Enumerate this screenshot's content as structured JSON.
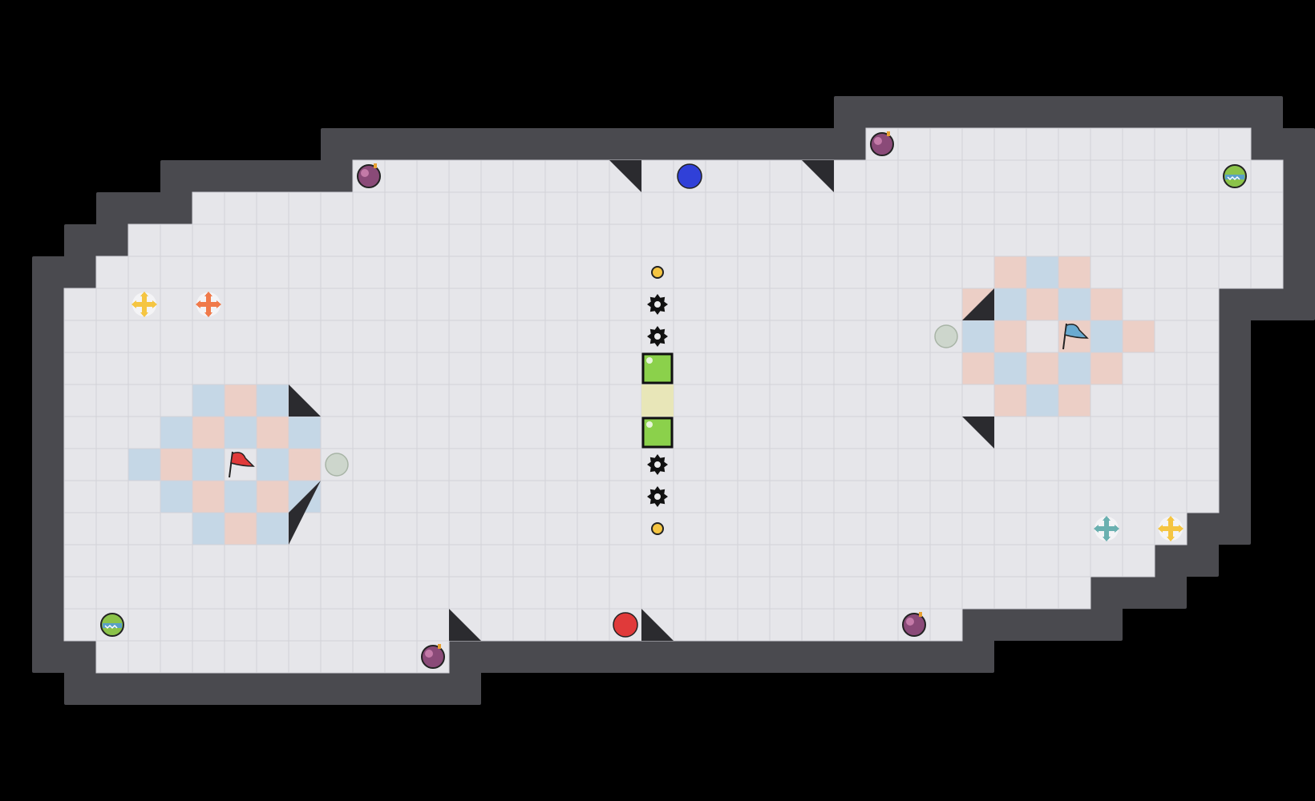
{
  "game": {
    "mode": "capture-the-flag",
    "teams": [
      {
        "name": "red",
        "color": "#e03a3a"
      },
      {
        "name": "blue",
        "color": "#4a90c2"
      }
    ]
  },
  "colors": {
    "floor": "#e6e6ea",
    "wall": "#4a4a4f",
    "red_zone": "#eccfc6",
    "blue_zone": "#c5d7e6",
    "gate": "#8bd14b",
    "gate_off": "#e8e6b8"
  },
  "entities": [
    {
      "type": "bomb",
      "icon": "bomb-icon"
    },
    {
      "type": "bomb",
      "icon": "bomb-icon"
    },
    {
      "type": "bomb",
      "icon": "bomb-icon"
    },
    {
      "type": "bomb",
      "icon": "bomb-icon"
    },
    {
      "type": "rolling-bomb",
      "icon": "rolling-bomb-icon"
    },
    {
      "type": "rolling-bomb",
      "icon": "rolling-bomb-icon"
    },
    {
      "type": "ball",
      "team": "blue",
      "icon": "blue-ball-icon"
    },
    {
      "type": "ball",
      "team": "red",
      "icon": "red-ball-icon"
    },
    {
      "type": "boost",
      "team": "neutral",
      "icon": "yellow-boost-icon"
    },
    {
      "type": "boost",
      "team": "red",
      "icon": "red-boost-icon"
    },
    {
      "type": "boost",
      "team": "blue",
      "icon": "teal-boost-icon"
    },
    {
      "type": "boost",
      "team": "neutral",
      "icon": "yellow-boost-icon"
    },
    {
      "type": "flag",
      "team": "red",
      "icon": "red-flag-icon"
    },
    {
      "type": "flag",
      "team": "blue",
      "icon": "blue-flag-icon"
    },
    {
      "type": "button",
      "icon": "button-icon"
    },
    {
      "type": "button",
      "icon": "button-icon"
    },
    {
      "type": "spike",
      "icon": "spike-icon"
    },
    {
      "type": "spike",
      "icon": "spike-icon"
    },
    {
      "type": "spike",
      "icon": "spike-icon"
    },
    {
      "type": "spike",
      "icon": "spike-icon"
    },
    {
      "type": "gate",
      "state": "on",
      "icon": "gate-icon"
    },
    {
      "type": "gate",
      "state": "off",
      "icon": "gate-off-icon"
    },
    {
      "type": "gate",
      "state": "on",
      "icon": "gate-icon"
    },
    {
      "type": "powerup-pin",
      "icon": "pin-icon"
    },
    {
      "type": "powerup-pin",
      "icon": "pin-icon"
    }
  ]
}
